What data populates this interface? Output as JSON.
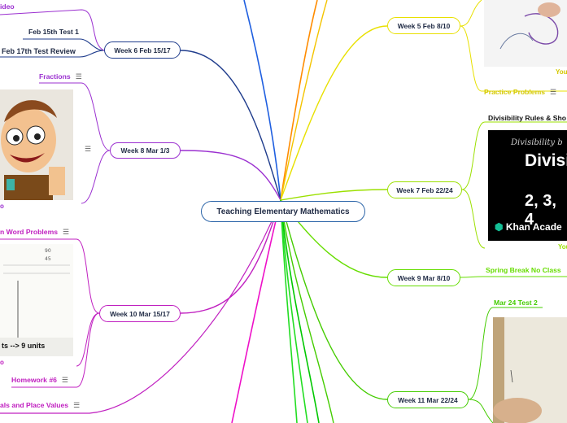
{
  "central": {
    "label": "Teaching Elementary Mathematics"
  },
  "weeks": {
    "w5": {
      "label": "Week 5 Feb 8/10"
    },
    "w6": {
      "label": "Week 6 Feb 15/17"
    },
    "w7": {
      "label": "Week 7 Feb 22/24"
    },
    "w8": {
      "label": "Week 8 Mar 1/3"
    },
    "w9": {
      "label": "Week 9 Mar 8/10"
    },
    "w10": {
      "label": "Week 10 Mar 15/17"
    },
    "w11": {
      "label": "Week 11 Mar 22/24"
    }
  },
  "leaves": {
    "video_top": "ideo",
    "feb15": "Feb 15th Test  1",
    "feb17": "Feb 17th Test Review",
    "fractions": "Fractions",
    "word_problems": "n Word Problems",
    "homework6": "Homework #6",
    "decimals": "als and Place Values",
    "practice": "Practice Problems",
    "divisibility": "Divisibility Rules & Sho",
    "spring": "Spring Break No Class",
    "mar24": "Mar 24 Test 2"
  },
  "captions": {
    "fractions_video": "o",
    "word_video": "o",
    "w5_youtube": "You",
    "w7_youtube": "You"
  },
  "thumbnails": {
    "khan_title": "Divisi",
    "khan_sub": "Divisibility b",
    "khan_numbers": "2, 3, 4",
    "khan_brand": "Khan Acade",
    "word_units": "ts --> 9 units"
  },
  "colors": {
    "w5": "#e8e000",
    "w6": "#1f3c8c",
    "w7": "#9be000",
    "w8": "#9b30d0",
    "w9": "#66dd00",
    "w10": "#c020c0",
    "w11": "#44cc00",
    "orange": "#ff8c00",
    "blue": "#1f5fe0",
    "green": "#22dd22",
    "magenta": "#ee10c8"
  }
}
